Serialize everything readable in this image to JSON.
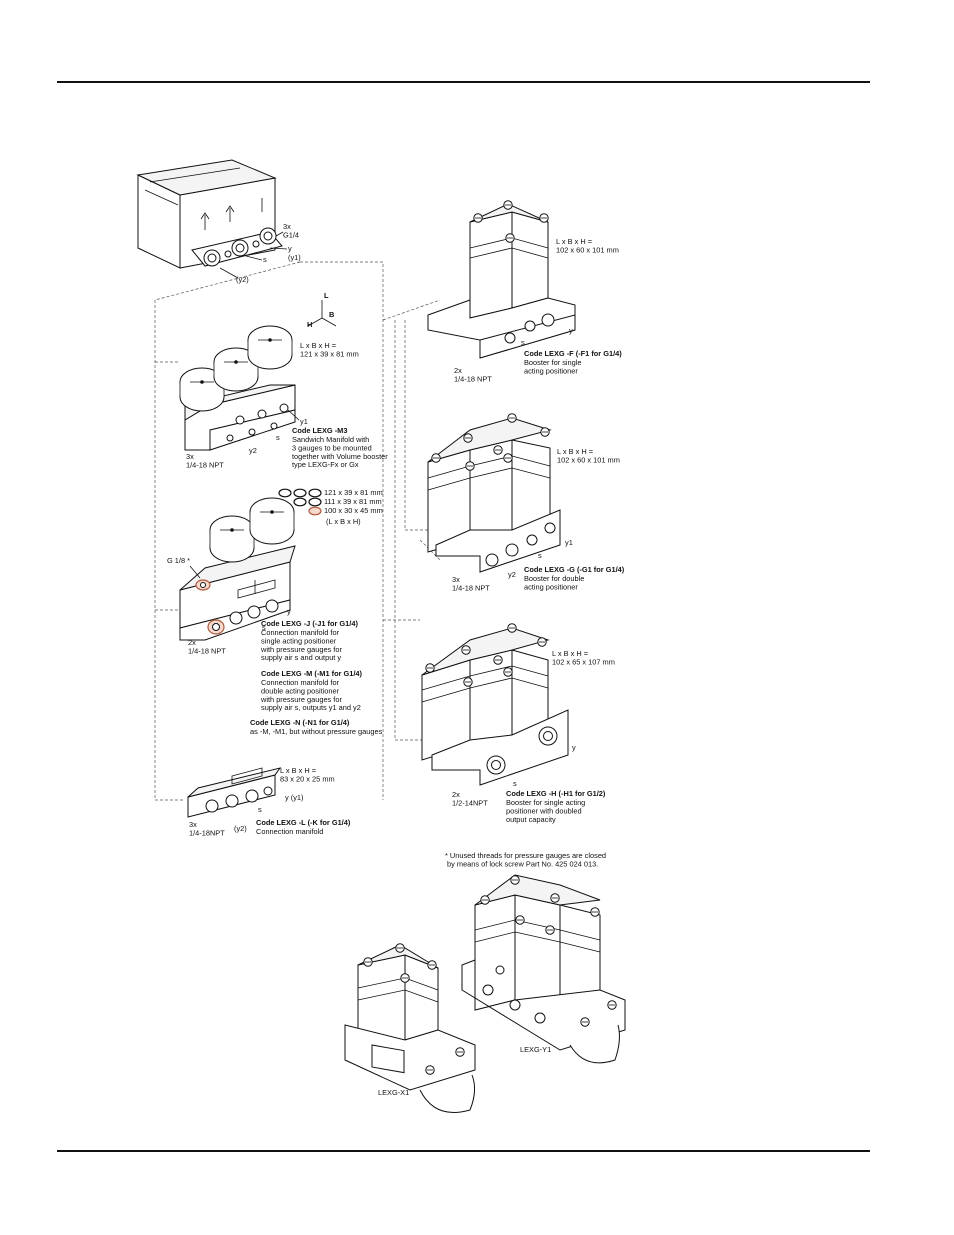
{
  "colors": {
    "line": "#111111",
    "highlight": "#f6d8cc",
    "highlight_stroke": "#b05a3e"
  },
  "top_unit": {
    "thread": "3x\nG1/4",
    "label_s": "s",
    "label_y": "y",
    "label_y1": "(y1)",
    "label_y2": "(y2)"
  },
  "axes": {
    "L": "L",
    "B": "B",
    "H": "H"
  },
  "m3": {
    "dims": "L x B x H =\n121 x 39 x 81 mm",
    "code": "Code LEXG -M3",
    "desc": "Sandwich Manifold with\n3 gauges to be mounted\ntogether with Volume booster\ntype LEXG-Fx or Gx",
    "label_y1": "y1",
    "label_s": "s",
    "label_y2": "y2",
    "thread": "3x\n1/4-18 NPT"
  },
  "oring_dims": {
    "d1": "121 x 39 x 81 mm",
    "d2": "111 x 39 x 81 mm",
    "d3": "100 x 30 x 45 mm",
    "caption": "(L x B x H)"
  },
  "j": {
    "g18": "G 1/8 *",
    "label_y": "y",
    "label_s": "s",
    "thread": "2x\n1/4-18 NPT",
    "code": "Code LEXG -J  (-J1 for G1/4)",
    "desc": "Connection manifold for\nsingle acting positioner\nwith pressure gauges for\nsupply air s and output y"
  },
  "m": {
    "code": "Code LEXG -M  (-M1 for G1/4)",
    "desc": "Connection manifold for\ndouble acting positioner\nwith pressure gauges for\nsupply air s, outputs y1 and y2"
  },
  "n": {
    "code": "Code LEXG -N  (-N1 for G1/4)",
    "desc": "as -M, -M1, but without pressure gauges"
  },
  "l": {
    "dims": "L x B x H =\n83 x 20 x 25 mm",
    "label_y": "y (y1)",
    "label_s": "s",
    "label_y2": "(y2)",
    "thread": "3x\n1/4-18NPT",
    "code": "Code LEXG -L  (-K for G1/4)",
    "desc": "Connection manifold"
  },
  "f": {
    "dims": "L x B x H =\n102 x 60 x 101 mm",
    "label_y": "y",
    "label_s": "s",
    "thread": "2x\n1/4-18 NPT",
    "code": "Code LEXG -F (-F1 for G1/4)",
    "desc": "Booster for single\nacting positioner"
  },
  "g": {
    "dims": "L x B x H =\n102 x 60 x 101 mm",
    "label_y1": "y1",
    "label_s": "s",
    "label_y2": "y2",
    "thread": "3x\n1/4-18 NPT",
    "code": "Code LEXG -G (-G1 for G1/4)",
    "desc": "Booster for double\nacting positioner"
  },
  "h": {
    "dims": "L x B x H =\n102 x 65 x 107 mm",
    "label_y": "y",
    "label_s": "s",
    "thread": "2x\n1/2-14NPT",
    "code": "Code LEXG -H  (-H1 for G1/2)",
    "desc": "Booster for single acting\npositioner with doubled\noutput capacity"
  },
  "footnote": "* Unused threads for pressure gauges are closed\n  by means of lock screw Part No. 425 024 013.",
  "x1": {
    "name": "LEXG-X1"
  },
  "y1": {
    "name": "LEXG-Y1"
  }
}
